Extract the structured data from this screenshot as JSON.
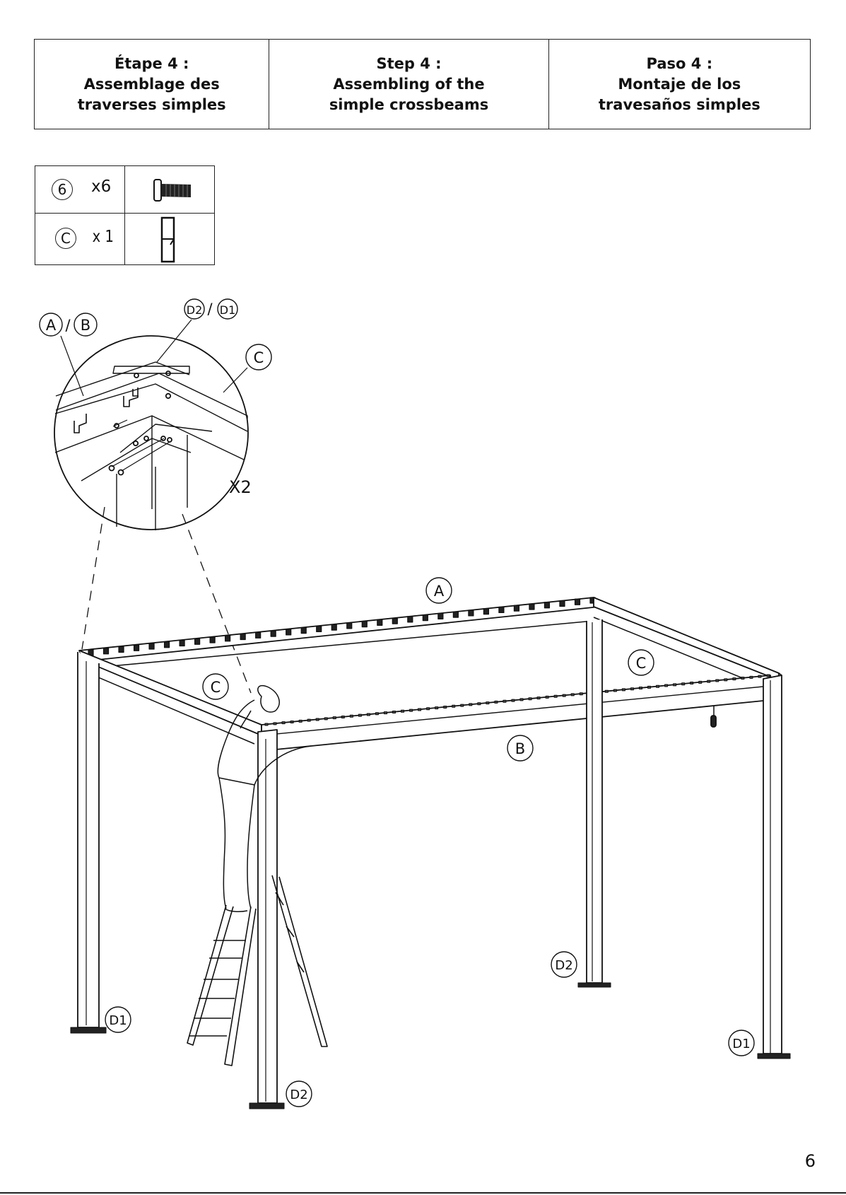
{
  "header": {
    "fr": {
      "line1": "Étape 4 :",
      "line2": "Assemblage des",
      "line3": "traverses simples"
    },
    "en": {
      "line1": "Step 4  :",
      "line2": "Assembling of the",
      "line3": "simple crossbeams"
    },
    "es": {
      "line1": "Paso 4 :",
      "line2": "Montaje de los",
      "line3": "travesaños simples"
    }
  },
  "parts": [
    {
      "id": "6",
      "qty": "x6",
      "icon": "bolt-icon"
    },
    {
      "id": "C",
      "qty": "x 1",
      "icon": "crossbeam-bracket-icon"
    }
  ],
  "detail": {
    "label_a": "A",
    "label_b": "B",
    "label_d2": "D2",
    "label_d1": "D1",
    "label_c": "C",
    "multiplier": "X2"
  },
  "callouts": {
    "a": "A",
    "b": "B",
    "c_left": "C",
    "c_right": "C",
    "d1_left": "D1",
    "d2_back": "D2",
    "d2_front": "D2",
    "d1_right": "D1"
  },
  "page_number": "6"
}
